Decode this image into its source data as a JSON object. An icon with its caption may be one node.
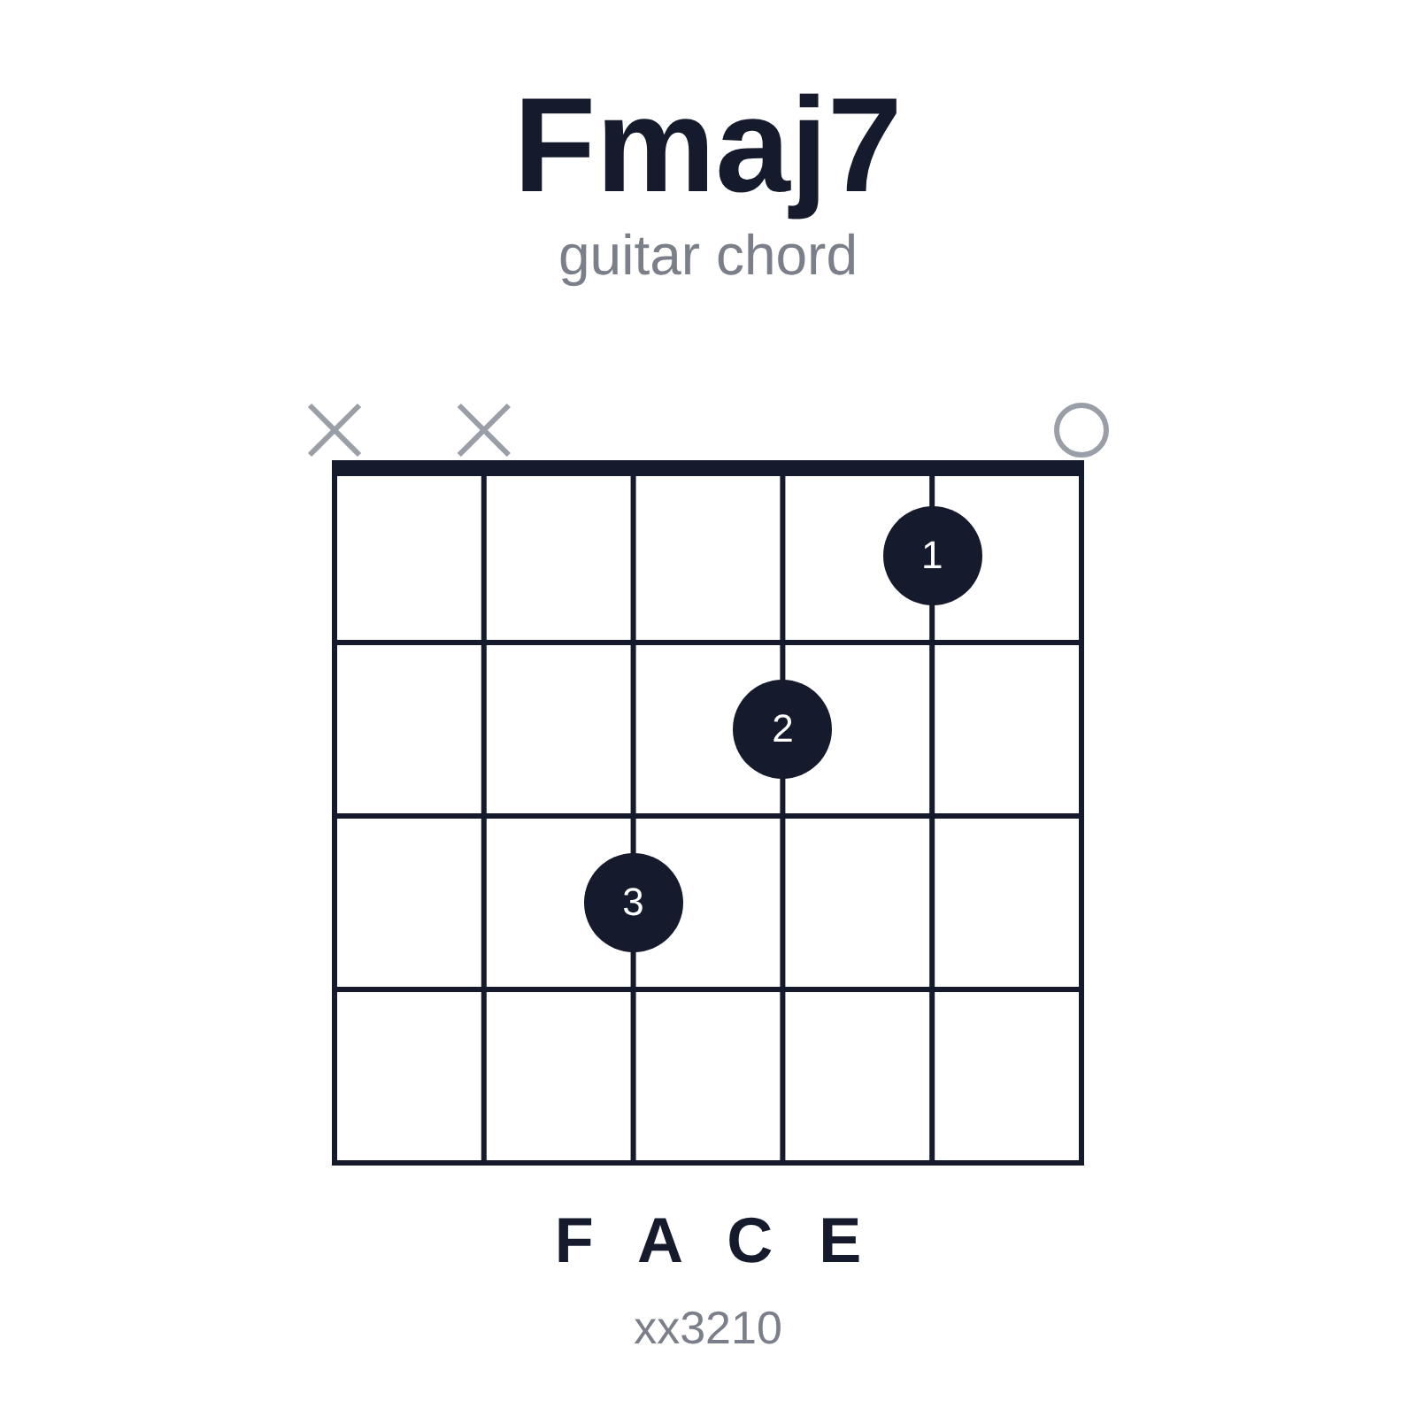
{
  "diagram": {
    "title": "Fmaj7",
    "nodes": [
      {
        "text": [
          "1"
        ]
      },
      {
        "text": [
          "2"
        ]
      },
      {
        "text": [
          "3"
        ]
      }
    ],
    "edges": [],
    "labels": [
      "guitar chord",
      "F A C E",
      "xx3210"
    ]
  }
}
